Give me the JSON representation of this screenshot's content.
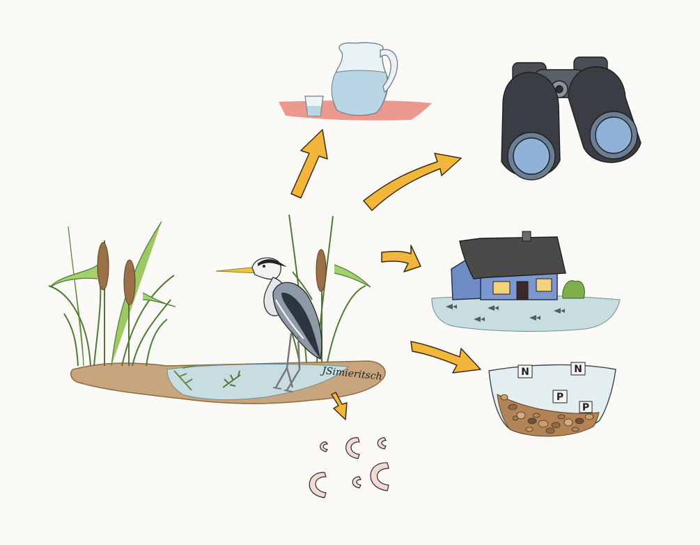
{
  "signature": "JSimieritsch",
  "nutrient_tiles": [
    "N",
    "N",
    "P",
    "P"
  ],
  "icons": {
    "wetland": "heron-in-wetland-icon",
    "water": "water-pitcher-icon",
    "recreation": "binoculars-icon",
    "flood": "house-on-water-icon",
    "nutrients": "nutrient-soil-icon",
    "carbon": "carbon-c-letters-icon"
  },
  "colors": {
    "arrow": "#f2b63a",
    "water": "#c7dde0",
    "table": "#e8877c",
    "house": "#7d98cf",
    "roof": "#4a4a4a"
  }
}
